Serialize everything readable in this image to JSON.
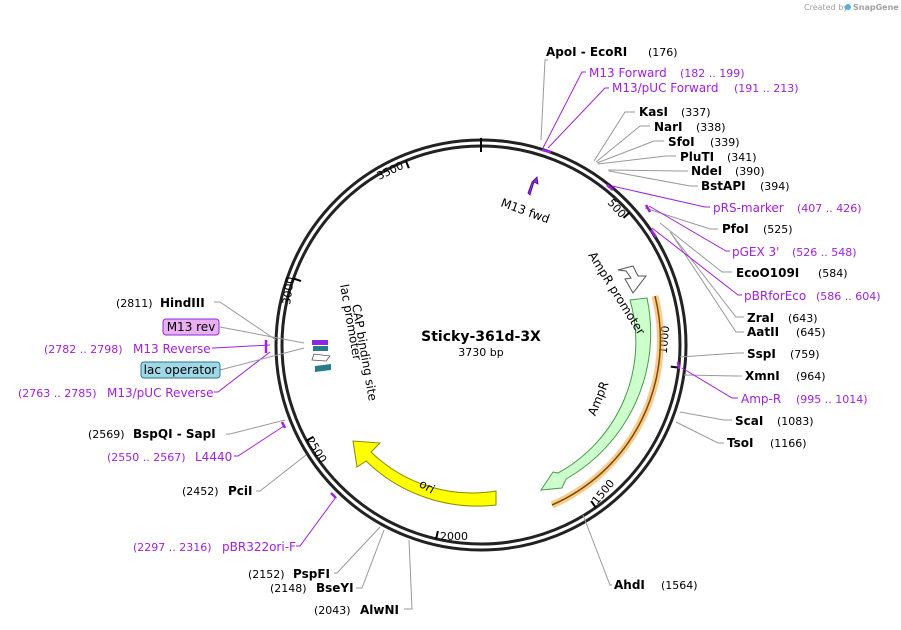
{
  "credit": {
    "prefix": "Created by",
    "brand": "SnapGene"
  },
  "plasmid": {
    "name": "Sticky-361d-3X",
    "size": "3730 bp"
  },
  "ticks": [
    "500",
    "1000",
    "1500",
    "2000",
    "2500",
    "3000",
    "3500"
  ],
  "features": {
    "m13_fwd": "M13 fwd",
    "ampr_promoter": "AmpR promoter",
    "ampr": "AmpR",
    "ori": "ori",
    "lac_promoter": "lac promoter",
    "cap_site": "CAP binding site"
  },
  "enzymes": [
    {
      "name": "ApoI  - EcoRI",
      "pos": "(176)"
    },
    {
      "name": "KasI",
      "pos": "(337)"
    },
    {
      "name": "NarI",
      "pos": "(338)"
    },
    {
      "name": "SfoI",
      "pos": "(339)"
    },
    {
      "name": "PluTI",
      "pos": "(341)"
    },
    {
      "name": "NdeI",
      "pos": "(390)"
    },
    {
      "name": "BstAPI",
      "pos": "(394)"
    },
    {
      "name": "PfoI",
      "pos": "(525)"
    },
    {
      "name": "EcoO109I",
      "pos": "(584)"
    },
    {
      "name": "ZraI",
      "pos": "(643)"
    },
    {
      "name": "AatII",
      "pos": "(645)"
    },
    {
      "name": "SspI",
      "pos": "(759)"
    },
    {
      "name": "XmnI",
      "pos": "(964)"
    },
    {
      "name": "ScaI",
      "pos": "(1083)"
    },
    {
      "name": "TsoI",
      "pos": "(1166)"
    },
    {
      "name": "AhdI",
      "pos": "(1564)"
    },
    {
      "name": "AlwNI",
      "pos": "(2043)"
    },
    {
      "name": "BseYI",
      "pos": "(2148)"
    },
    {
      "name": "PspFI",
      "pos": "(2152)"
    },
    {
      "name": "PciI",
      "pos": "(2452)"
    },
    {
      "name": "BspQI  - SapI",
      "pos": "(2569)"
    },
    {
      "name": "HindIII",
      "pos": "(2811)"
    }
  ],
  "primers": [
    {
      "name": "M13 Forward",
      "pos": "(182 .. 199)"
    },
    {
      "name": "M13/pUC Forward",
      "pos": "(191 .. 213)"
    },
    {
      "name": "pRS-marker",
      "pos": "(407 .. 426)"
    },
    {
      "name": "pGEX 3'",
      "pos": "(526 .. 548)"
    },
    {
      "name": "pBRforEco",
      "pos": "(586 .. 604)"
    },
    {
      "name": "Amp-R",
      "pos": "(995 .. 1014)"
    },
    {
      "name": "pBR322ori-F",
      "pos": "(2297 .. 2316)"
    },
    {
      "name": "L4440",
      "pos": "(2550 .. 2567)"
    },
    {
      "name": "M13/pUC Reverse",
      "pos": "(2763 .. 2785)"
    },
    {
      "name": "M13 Reverse",
      "pos": "(2782 .. 2798)"
    }
  ],
  "boxed": {
    "m13_rev": "M13 rev",
    "lac_operator": "lac operator"
  },
  "colors": {
    "primer": "#a020e0",
    "ampr_fill": "#ccffcc",
    "ampr_stroke": "#4a9a4a",
    "ori_fill": "#ffff00",
    "ori_stroke": "#8a8a00",
    "orange_glow": "#f0a030",
    "lac_box": "#a0d8e8",
    "m13_box": "#e8b0f0",
    "teal": "#2a7a8a",
    "purple": "#8a2ae0"
  }
}
